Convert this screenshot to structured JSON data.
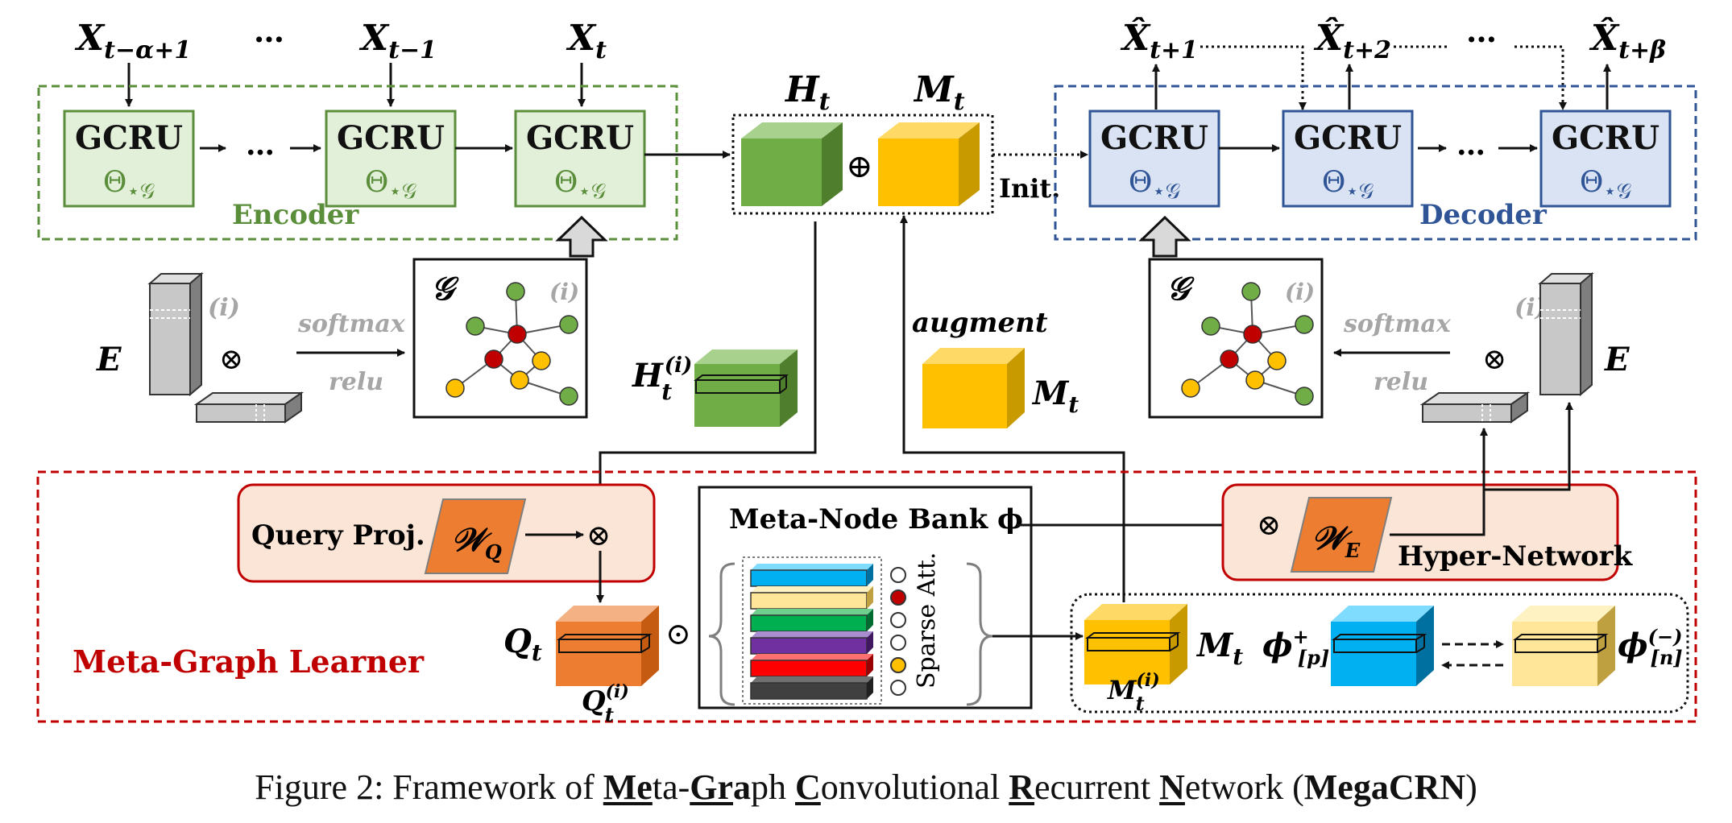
{
  "inputs": {
    "x1": "X",
    "x1_sub": "t−α+1",
    "dots": "…",
    "x2": "X",
    "x2_sub": "t−1",
    "x3": "X",
    "x3_sub": "t"
  },
  "outputs": {
    "y1": "X̂",
    "y1_sub": "t+1",
    "y2": "X̂",
    "y2_sub": "t+2",
    "dots": "…",
    "y3": "X̂",
    "y3_sub": "t+β"
  },
  "encoder": {
    "label": "Encoder",
    "cell_title": "GCRU",
    "cell_param": "Θ",
    "cell_param_sub": "⋆𝒢",
    "dots": "…"
  },
  "decoder": {
    "label": "Decoder",
    "cell_title": "GCRU",
    "cell_param": "Θ",
    "cell_param_sub": "⋆𝒢",
    "dots": "…"
  },
  "state": {
    "h_label": "H",
    "h_sub": "t",
    "m_label": "M",
    "m_sub": "t",
    "oplus": "⊕",
    "init": "Init."
  },
  "left_graph": {
    "e_label": "E",
    "i_label": "(i)",
    "otimes": "⊗",
    "softmax": "softmax",
    "relu": "relu",
    "g_label": "𝒢",
    "g_i": "(i)"
  },
  "right_graph": {
    "e_label": "E",
    "i_label": "(i)",
    "otimes": "⊗",
    "softmax": "softmax",
    "relu": "relu",
    "g_label": "𝒢",
    "g_i": "(i)"
  },
  "middle": {
    "hti": "H",
    "hti_sub": "t",
    "hti_sup": "(i)",
    "augment": "augment",
    "mt": "M",
    "mt_sub": "t"
  },
  "learner": {
    "title": "Meta-Graph Learner",
    "query_proj": "Query Proj.",
    "wq": "𝒲",
    "wq_sub": "Q",
    "otimes": "⊗",
    "q_label": "Q",
    "q_sub": "t",
    "q_i": "Q",
    "q_i_sub": "t",
    "q_i_sup": "(i)",
    "odot": "⊙",
    "bank_title": "Meta-Node Bank ϕ",
    "sparse_att": "Sparse Att.",
    "hyper_net": "Hyper-Network",
    "we": "𝒲",
    "we_sub": "E",
    "mt_label": "M",
    "mt_sub": "t",
    "mti": "M",
    "mti_sub": "t",
    "mti_sup": "(i)",
    "phi_pos": "ϕ",
    "phi_pos_sup": "+",
    "phi_pos_sub": "[p]",
    "phi_neg": "ϕ",
    "phi_neg_sup": "(−)",
    "phi_neg_sub": "[n]"
  },
  "caption": {
    "prefix": "Figure 2: Framework of ",
    "me": "Me",
    "ta": "ta-",
    "gr": "Gr",
    "a1": "a",
    "ph": "ph ",
    "c": "C",
    "onv": "onvolutional ",
    "r": "R",
    "ecurrent": "ecurrent ",
    "n": "N",
    "etwork": "etwork (",
    "mega": "MegaCRN",
    "close": ")"
  },
  "colors": {
    "encoder_green": "#5b8e3a",
    "encoder_fill": "#e2efd9",
    "decoder_blue": "#2f5597",
    "decoder_fill": "#dae3f3",
    "learner_red": "#c00000",
    "salmon_fill": "#fbe5d6",
    "orange": "#ed7d31",
    "yellow": "#ffc000",
    "green_cube": "#70ad47",
    "cyan": "#00b0f0",
    "light_yellow": "#ffe699"
  }
}
